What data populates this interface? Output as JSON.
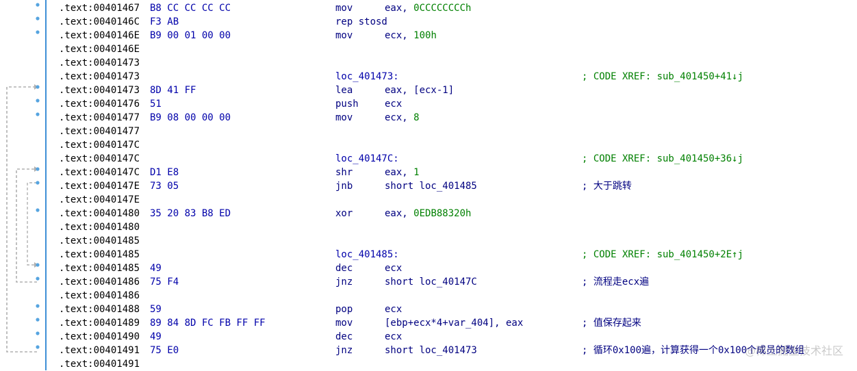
{
  "watermark": "@稀土掘金技术社区",
  "lines": [
    {
      "addr": ".text:00401467",
      "bytes": "B8 CC CC CC CC",
      "mnem": "mov",
      "ops": "eax, ",
      "num": "0CCCCCCCCh",
      "cmt": ""
    },
    {
      "addr": ".text:0040146C",
      "bytes": "F3 AB",
      "mnem": "rep stosd",
      "ops": "",
      "num": "",
      "cmt": ""
    },
    {
      "addr": ".text:0040146E",
      "bytes": "B9 00 01 00 00",
      "mnem": "mov",
      "ops": "ecx, ",
      "num": "100h",
      "cmt": ""
    },
    {
      "addr": ".text:0040146E",
      "bytes": "",
      "mnem": "",
      "ops": "",
      "num": "",
      "cmt": ""
    },
    {
      "addr": ".text:00401473",
      "bytes": "",
      "mnem": "",
      "ops": "",
      "num": "",
      "cmt": ""
    },
    {
      "addr": ".text:00401473",
      "bytes": "",
      "label": "loc_401473:",
      "xref": "; CODE XREF: sub_401450+41↓j"
    },
    {
      "addr": ".text:00401473",
      "bytes": "8D 41 FF",
      "mnem": "lea",
      "ops": "eax, [ecx-1]",
      "num": "",
      "cmt": ""
    },
    {
      "addr": ".text:00401476",
      "bytes": "51",
      "mnem": "push",
      "ops": "ecx",
      "num": "",
      "cmt": ""
    },
    {
      "addr": ".text:00401477",
      "bytes": "B9 08 00 00 00",
      "mnem": "mov",
      "ops": "ecx, ",
      "num": "8",
      "cmt": ""
    },
    {
      "addr": ".text:00401477",
      "bytes": "",
      "mnem": "",
      "ops": "",
      "num": "",
      "cmt": ""
    },
    {
      "addr": ".text:0040147C",
      "bytes": "",
      "mnem": "",
      "ops": "",
      "num": "",
      "cmt": ""
    },
    {
      "addr": ".text:0040147C",
      "bytes": "",
      "label": "loc_40147C:",
      "xref": "; CODE XREF: sub_401450+36↓j"
    },
    {
      "addr": ".text:0040147C",
      "bytes": "D1 E8",
      "mnem": "shr",
      "ops": "eax, ",
      "num": "1",
      "cmt": ""
    },
    {
      "addr": ".text:0040147E",
      "bytes": "73 05",
      "mnem": "jnb",
      "ops": "short loc_401485",
      "num": "",
      "cmt": "; 大于跳转"
    },
    {
      "addr": ".text:0040147E",
      "bytes": "",
      "mnem": "",
      "ops": "",
      "num": "",
      "cmt": ""
    },
    {
      "addr": ".text:00401480",
      "bytes": "35 20 83 B8 ED",
      "mnem": "xor",
      "ops": "eax, ",
      "num": "0EDB88320h",
      "cmt": ""
    },
    {
      "addr": ".text:00401480",
      "bytes": "",
      "mnem": "",
      "ops": "",
      "num": "",
      "cmt": ""
    },
    {
      "addr": ".text:00401485",
      "bytes": "",
      "mnem": "",
      "ops": "",
      "num": "",
      "cmt": ""
    },
    {
      "addr": ".text:00401485",
      "bytes": "",
      "label": "loc_401485:",
      "xref": "; CODE XREF: sub_401450+2E↑j"
    },
    {
      "addr": ".text:00401485",
      "bytes": "49",
      "mnem": "dec",
      "ops": "ecx",
      "num": "",
      "cmt": ""
    },
    {
      "addr": ".text:00401486",
      "bytes": "75 F4",
      "mnem": "jnz",
      "ops": "short loc_40147C",
      "num": "",
      "cmt": "; 流程走ecx遍"
    },
    {
      "addr": ".text:00401486",
      "bytes": "",
      "mnem": "",
      "ops": "",
      "num": "",
      "cmt": ""
    },
    {
      "addr": ".text:00401488",
      "bytes": "59",
      "mnem": "pop",
      "ops": "ecx",
      "num": "",
      "cmt": ""
    },
    {
      "addr": ".text:00401489",
      "bytes": "89 84 8D FC FB FF FF",
      "mnem": "mov",
      "ops": "[ebp+ecx*4+var_404], eax",
      "num": "",
      "cmt": "; 值保存起来"
    },
    {
      "addr": ".text:00401490",
      "bytes": "49",
      "mnem": "dec",
      "ops": "ecx",
      "num": "",
      "cmt": ""
    },
    {
      "addr": ".text:00401491",
      "bytes": "75 E0",
      "mnem": "jnz",
      "ops": "short loc_401473",
      "num": "",
      "cmt": "; 循环0x100遍，计算获得一个0x100个成员的数组"
    },
    {
      "addr": ".text:00401491",
      "bytes": "",
      "mnem": "",
      "ops": "",
      "num": "",
      "cmt": ""
    }
  ]
}
